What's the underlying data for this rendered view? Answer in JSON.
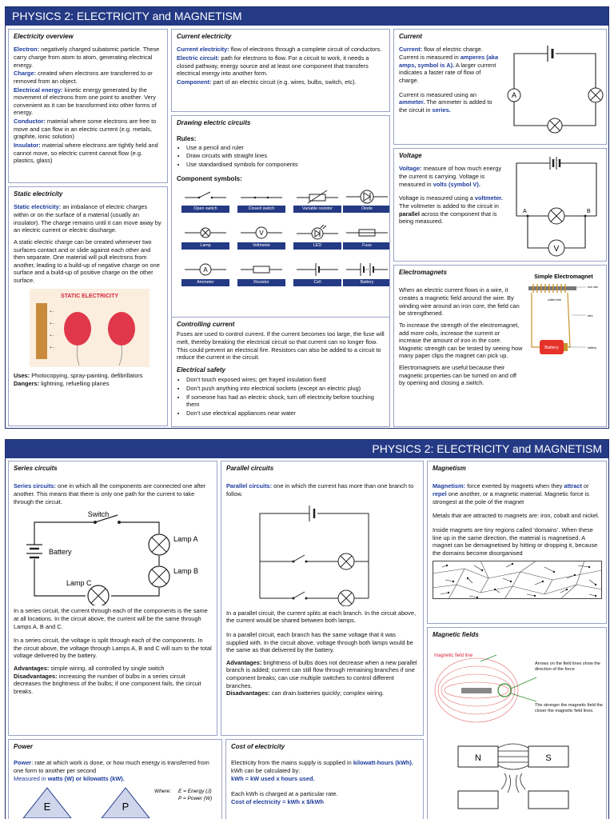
{
  "sheet1": {
    "banner": "PHYSICS 2: ELECTRICITY and MAGNETISM",
    "overview": {
      "title": "Electricity overview",
      "items": [
        {
          "term": "Electron:",
          "text": " negatively charged subatomic particle. These carry charge from atom to atom, generating electrical energy."
        },
        {
          "term": "Charge:",
          "text": " created when electrons are transferred to or removed from an object."
        },
        {
          "term": "Electrical energy:",
          "text": " kinetic energy generated by the movement of electrons from one point to another. Very convenient as it can be transformed into other forms of energy."
        },
        {
          "term": "Conductor:",
          "text": " material where some electrons are free to move and can flow in an electric current (e.g. metals, graphite, ionic solution)"
        },
        {
          "term": "Insulator:",
          "text": " material where electrons are tightly held and cannot move, so electric current cannot flow (e.g. plastics, glass)"
        }
      ]
    },
    "static": {
      "title": "Static electricity",
      "p1_term": "Static electricity:",
      "p1_text": " an imbalance of electric charges within or on the surface of a material (usually an insulator). The charge remains until it can move away by an electric current or electric discharge.",
      "p2": "A static electric charge can be created whenever two surfaces contact and or slide against each other and then separate. One material will pull electrons from another, leading to a build-up of negative charge on one surface and a build-up of positive charge on the other surface.",
      "img_title": "STATIC ELECTRICITY",
      "uses_label": "Uses:",
      "uses": " Photocopying, spray-painting, defibrillators",
      "dangers_label": "Dangers:",
      "dangers": " lightning, refuelling planes"
    },
    "current_elec": {
      "title": "Current electricity",
      "items": [
        {
          "term": "Current electricity:",
          "text": " flow of electrons through a complete circuit of conductors."
        },
        {
          "term": "Electric circuit:",
          "text": " path for electrons to flow. For a circuit to work, it needs a closed pathway, energy source and at least one component that transfers electrical energy into another form."
        },
        {
          "term": "Component:",
          "text": " part of an electric circuit (e.g. wires, bulbs, switch, etc)."
        }
      ]
    },
    "drawing": {
      "title": "Drawing electric circuits",
      "rules_heading": "Rules:",
      "rules": [
        "Use a pencil and ruler",
        "Draw circuits with straight lines",
        "Use standardised symbols for components"
      ],
      "symbols_heading": "Component symbols:",
      "symbols": [
        "Open switch",
        "Closed switch",
        "Variable resistor",
        "Diode",
        "Lamp",
        "Voltmeter",
        "LED",
        "Fuse",
        "Ammeter",
        "Resistor",
        "Cell",
        "Battery"
      ]
    },
    "controlling": {
      "title": "Controlling current",
      "text": "Fuses are used to control current. If the current becomes too large, the fuse will melt, thereby breaking the electrical circuit so that current can no longer flow. This could prevent an electrical fire. Resistors can also be added to a circuit to reduce the current in the circuit.",
      "safety_title": "Electrical safety",
      "safety": [
        "Don’t touch exposed wires; get frayed insulation fixed",
        "Don’t push anything into electrical sockets (except an electric plug)",
        "If someone has had an electric shock, turn off electricity before touching them",
        "Don’t use electrical appliances near water"
      ]
    },
    "current": {
      "title": "Current",
      "p1_term": "Current:",
      "p1_text": " flow of electric charge. Current is measured in ",
      "p1_unit": "amperes (aka amps, symbol is A).",
      "p1_tail": " A larger current indicates a faster rate of flow of charge.",
      "p2_a": "Current is measured using an ",
      "p2_term": "ammeter.",
      "p2_b": " The ammeter is added to the circuit in ",
      "p2_series": "series."
    },
    "voltage": {
      "title": "Voltage",
      "p1_term": "Voltage:",
      "p1_text": " measure of how much energy the current is carrying. Voltage is measured in ",
      "p1_unit": "volts (symbol V).",
      "p2_a": "Voltage is measured using a ",
      "p2_term": "voltmeter.",
      "p2_b": " The voltmeter is added to the circuit in ",
      "p2_par": "parallel",
      "p2_c": " across the component that is being measured.",
      "label_a": "A",
      "label_b": "B"
    },
    "electromagnets": {
      "title": "Electromagnets",
      "p1": "When an electric current flows in a wire, it creates a magnetic field around the wire. By winding wire around an iron core, the field can be strengthened.",
      "p2": "To increase the strength of the electromagnet, add more coils, increase the current or increase the amount of iron in the core. Magnetic strength can be tested by seeing how many paper clips the magnet can pick up.",
      "p3": "Electromagnets are useful because their magnetic properties can be turned on and off by opening and closing a switch.",
      "img_title": "Simple Electromagnet",
      "img_labels": [
        "iron nail",
        "coiled wire",
        "wire",
        "Battery",
        "battery"
      ]
    }
  },
  "sheet2": {
    "banner": "PHYSICS 2: ELECTRICITY and MAGNETISM",
    "series": {
      "title": "Series circuits",
      "p1_term": "Series circuits:",
      "p1_text": " one in which all the components are connected one after another. This means that there is only one path for the current to take through the circuit.",
      "labels": [
        "Switch",
        "Lamp A",
        "Battery",
        "Lamp B",
        "Lamp C"
      ],
      "p2": "In a series circuit, the current through each of the components is the same at all locations. In the circuit above, the current will be the same through Lamps A, B and C.",
      "p3": "In a series circuit, the voltage is split through each of the components. In the circuit above, the voltage through Lamps A, B and C will sum to the total voltage delivered by the battery.",
      "adv_label": "Advantages:",
      "adv": " simple wiring, all controlled by single switch",
      "dis_label": "Disadvantages:",
      "dis": " increasing the number of bulbs in a series circuit decreases the brightness of the bulbs; if one component fails, the circuit breaks."
    },
    "parallel": {
      "title": "Parallel circuits",
      "p1_term": "Parallel circuits:",
      "p1_text": " one in which the current has more than one branch to follow.",
      "p2": "In a parallel circuit, the current splits at each branch. In the circuit above, the current would be shared between both lamps.",
      "p3": "In a parallel circuit, each branch has the same voltage that it was supplied with. In the circuit above, voltage through both lamps would be the same as that delivered by the battery.",
      "adv_label": "Advantages:",
      "adv": " brightness of bulbs does not decrease when a new parallel branch is added; current can still flow through remaining branches if one component breaks; can use multiple switches to control different branches.",
      "dis_label": "Disadvantages:",
      "dis": " can drain batteries quickly; complex wiring."
    },
    "magnetism": {
      "title": "Magnetism",
      "p1_term": "Magnetism:",
      "p1_a": " force exerted by magnets when they ",
      "p1_k1": "attract",
      "p1_b": " or ",
      "p1_k2": "repel",
      "p1_c": " one another, or a magnetic material. Magnetic force is strongest at the pole of the magnet",
      "p2": "Metals that are attracted to magnets are: iron, cobalt and nickel.",
      "p3": "Inside magnets are tiny regions called ‘domains’. When these line up in the same direction, the material is magnetised. A magnet can be demagnetised by hitting or dropping it, because the domains become disorganised"
    },
    "fields": {
      "title": "Magnetic fields",
      "label_line": "magnetic field line",
      "label_arrows": "Arrows on the field lines show the direction of the force",
      "label_strong": "The stronger the magnetic field the closer the magnetic field lines.",
      "pole_n": "N",
      "pole_s": "S"
    },
    "power": {
      "title": "Power",
      "p1_term": "Power",
      "p1_text": ": rate at which work is done, or how much energy is transferred from one form to another per second",
      "p2_a": "Measured in ",
      "p2_u": "watts (W) or kilowatts (kW).",
      "where": "Where:",
      "defs": [
        "E = Energy (J)",
        "P = Power (W)"
      ],
      "tri_e": "E",
      "tri_p": "P"
    },
    "cost": {
      "title": "Cost of electricity",
      "p1_a": "Electricity from the mains supply is supplied in ",
      "p1_u": "kilowatt-hours (kWh).",
      "p1_b": " kWh can be calculated by:",
      "formula": "kWh = kW used x hours used.",
      "p2": "Each kWh is charged at a particular rate.",
      "formula2": "Cost of electricity = kWh x $/kWh"
    }
  },
  "colors": {
    "banner": "#243a85",
    "keyword": "#1d3b9c",
    "border": "#9aa3c6"
  }
}
